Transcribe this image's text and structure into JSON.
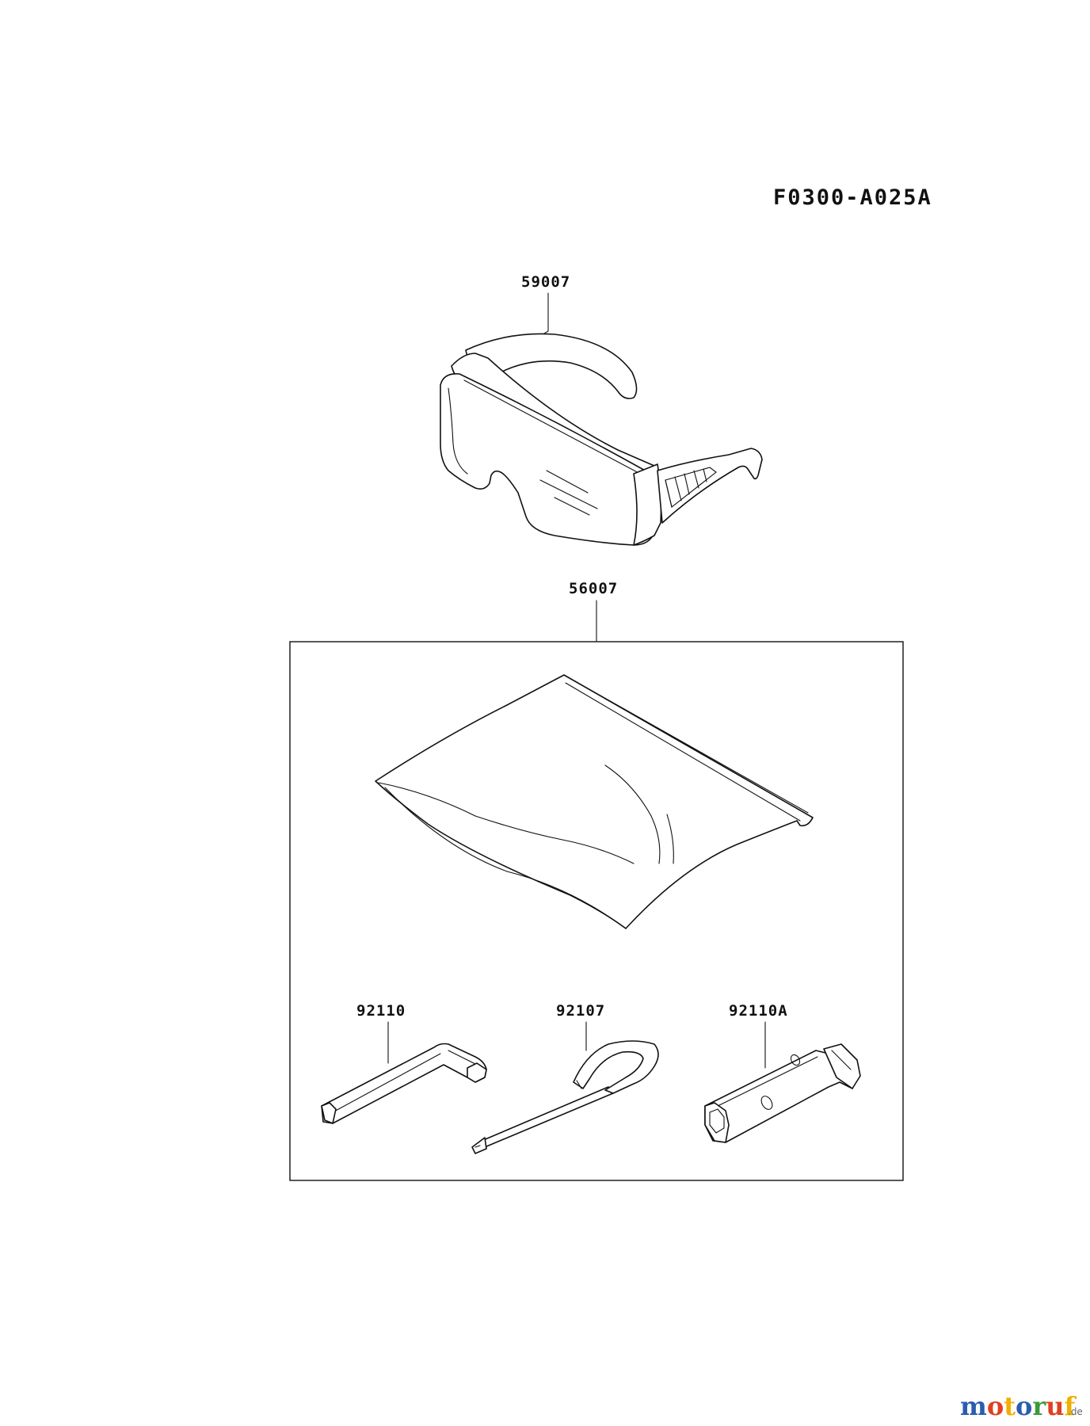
{
  "diagram_code": "F0300-A025A",
  "parts": {
    "glasses": {
      "number": "59007",
      "icon": "safety-glasses-icon"
    },
    "kit": {
      "number": "56007",
      "icon": "tool-bag-icon"
    },
    "hex_wrench": {
      "number": "92110",
      "icon": "hex-key-icon"
    },
    "screwdriver": {
      "number": "92107",
      "icon": "screwdriver-icon"
    },
    "plug_wrench": {
      "number": "92110A",
      "icon": "spark-plug-wrench-icon"
    }
  },
  "watermark": {
    "letters": [
      "m",
      "o",
      "t",
      "o",
      "r",
      "u",
      "f"
    ],
    "suffix": ".de",
    "colors": [
      "#2a5db0",
      "#e04020",
      "#f0b000",
      "#2a5db0",
      "#3a9a3a",
      "#e04020",
      "#f0b000"
    ]
  }
}
